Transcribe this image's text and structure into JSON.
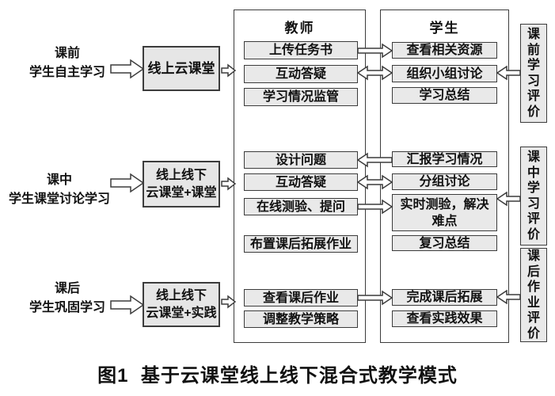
{
  "caption": "图1  基于云课堂线上线下混合式教学模式",
  "columns": {
    "teacher": {
      "header": "教师"
    },
    "student": {
      "header": "学生"
    }
  },
  "phases": [
    {
      "label_line1": "课前",
      "label_line2": "学生自主学习",
      "stage_lines": [
        "线上云课堂"
      ],
      "teacher_actions": [
        "上传任务书",
        "互动答疑",
        "学习情况监管"
      ],
      "student_actions": [
        "查看相关资源",
        "组织小组讨论",
        "学习总结"
      ],
      "evaluation": "课前学习评价"
    },
    {
      "label_line1": "课中",
      "label_line2": "学生课堂讨论学习",
      "stage_lines": [
        "线上线下",
        "云课堂+课堂"
      ],
      "teacher_actions": [
        "设计问题",
        "互动答疑",
        "在线测验、提问",
        "布置课后拓展作业"
      ],
      "student_actions": [
        "汇报学习情况",
        "分组讨论",
        "实时测验，解决难点",
        "复习总结"
      ],
      "evaluation": "课中学习评价"
    },
    {
      "label_line1": "课后",
      "label_line2": "学生巩固学习",
      "stage_lines": [
        "线上线下",
        "云课堂+实践"
      ],
      "teacher_actions": [
        "查看课后作业",
        "调整教学策略"
      ],
      "student_actions": [
        "完成课后拓展",
        "查看实践效果"
      ],
      "evaluation": "课后作业评价"
    }
  ],
  "colors": {
    "background": "#ffffff",
    "box_fill": "#e9e9e9",
    "border": "#3c3c3c",
    "text": "#111111"
  }
}
